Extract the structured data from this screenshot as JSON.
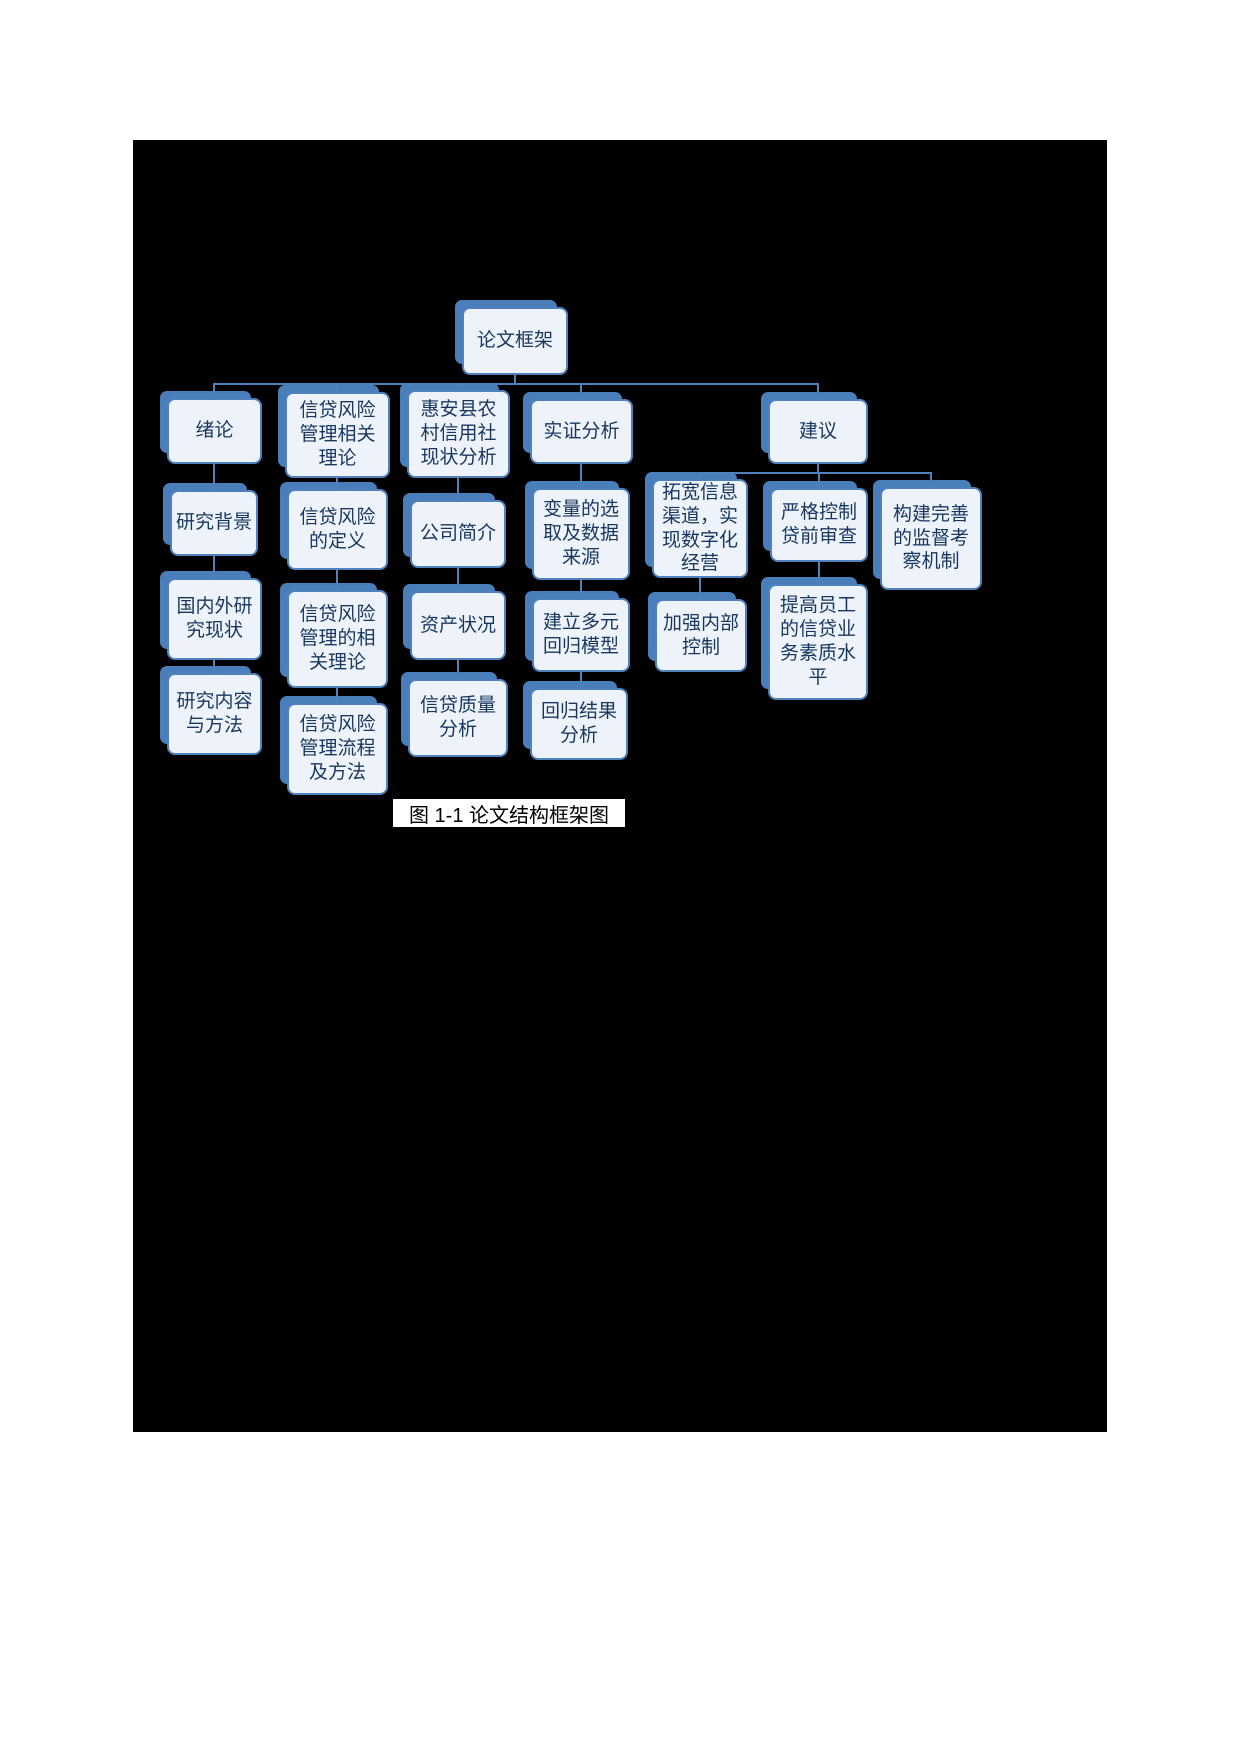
{
  "figure": {
    "caption": "图 1-1 论文结构框架图"
  },
  "colors": {
    "page_background": "#ffffff",
    "canvas_background": "#000000",
    "node_fill": "#eef3fb",
    "node_border": "#4f81bd",
    "node_shadow": "#4a7ebb",
    "connector": "#4f81bd",
    "node_text": "#17375e",
    "caption_text": "#000000"
  },
  "tree": {
    "label": "论文框架",
    "children": [
      {
        "label": "绪论",
        "children": [
          {
            "label": "研究背景"
          },
          {
            "label": "国内外研\n究现状"
          },
          {
            "label": "研究内容\n与方法"
          }
        ]
      },
      {
        "label": "信贷风险\n管理相关\n理论",
        "children": [
          {
            "label": "信贷风险\n的定义"
          },
          {
            "label": "信贷风险\n管理的相\n关理论"
          },
          {
            "label": "信贷风险\n管理流程\n及方法"
          }
        ]
      },
      {
        "label": "惠安县农\n村信用社\n现状分析",
        "children": [
          {
            "label": "公司简介"
          },
          {
            "label": "资产状况"
          },
          {
            "label": "信贷质量\n分析"
          }
        ]
      },
      {
        "label": "实证分析",
        "children": [
          {
            "label": "变量的选\n取及数据\n来源"
          },
          {
            "label": "建立多元\n回归模型"
          },
          {
            "label": "回归结果\n分析"
          }
        ]
      },
      {
        "label": "建议",
        "children": [
          {
            "label": "拓宽信息\n渠道，实\n现数字化\n经营",
            "children": [
              {
                "label": "加强内部\n控制"
              }
            ]
          },
          {
            "label": "严格控制\n贷前审查",
            "children": [
              {
                "label": "提高员工\n的信贷业\n务素质水\n平"
              }
            ]
          },
          {
            "label": "构建完善\n的监督考\n察机制"
          }
        ]
      }
    ]
  }
}
